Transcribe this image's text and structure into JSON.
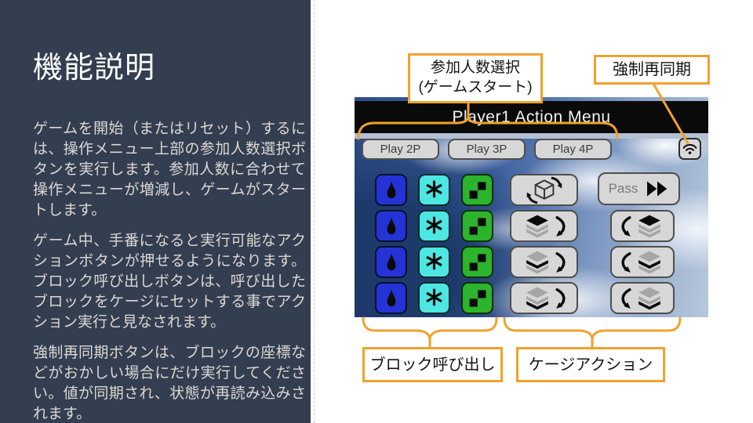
{
  "slide": {
    "title": "機能説明",
    "paragraphs": [
      "ゲームを開始（またはリセット）するには、操作メニュー上部の参加人数選択ボタンを実行します。参加人数に合わせて操作メニューが増減し、ゲームがスタートします。",
      "ゲーム中、手番になると実行可能なアクションボタンが押せるようになります。ブロック呼び出しボタンは、呼び出したブロックをケージにセットする事でアクション実行と見なされます。",
      "強制再同期ボタンは、ブロックの座標などがおかしい場合にだけ実行してください。値が同期され、状態が再読み込みされます。"
    ]
  },
  "annotations": {
    "participants_line1": "参加人数選択",
    "participants_line2": "(ゲームスタート)",
    "resync": "強制再同期",
    "block_call": "ブロック呼び出し",
    "cage_action": "ケージアクション"
  },
  "game": {
    "title": "Player1 Action Menu",
    "play_buttons": [
      "Play 2P",
      "Play 3P",
      "Play 4P"
    ],
    "pass_label": "Pass",
    "rows": 4,
    "block_columns": [
      "water-drop-icon",
      "asterisk-icon",
      "checker-icon"
    ],
    "cage_buttons": [
      "cube-rotate-icon",
      "layers-level1-rotate-icon",
      "layers-level2-rotate-icon",
      "layers-level3-rotate-icon"
    ],
    "resync_button": "wifi-icon",
    "pass_icon": "fast-forward-icon"
  },
  "colors": {
    "accent_orange": "#EFA22D",
    "panel_navy": "#333E50",
    "block_blue": "#2433D6",
    "block_cyan": "#4DE6E2",
    "block_green": "#2CB42C",
    "header_black": "#0A0A0A",
    "button_gray": "#D7D7D7"
  }
}
